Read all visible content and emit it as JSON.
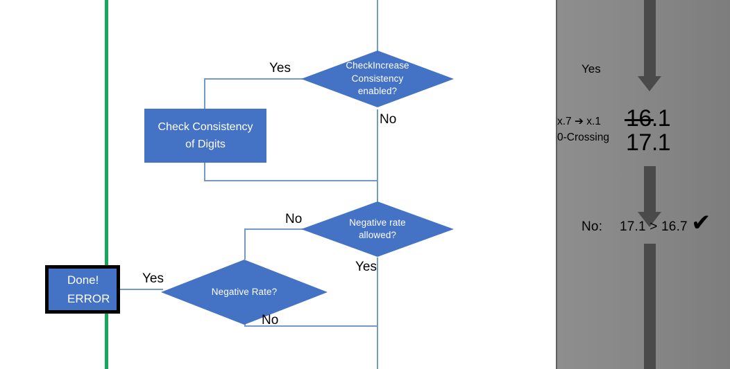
{
  "flowchart": {
    "green_divider_color": "#16A85A",
    "accent_color": "#4472C4",
    "connector_color": "#7399C6",
    "decisions": [
      {
        "id": "check-increase-consistency",
        "line1": "CheckIncrease",
        "line2": "Consistency",
        "line3": "enabled?",
        "yes_label": "Yes",
        "no_label": "No"
      },
      {
        "id": "negative-rate-allowed",
        "line1": "Negative rate",
        "line2": "allowed?",
        "line3": "",
        "yes_label": "Yes",
        "no_label": "No"
      },
      {
        "id": "negative-rate",
        "line1": "Negative Rate?",
        "line2": "",
        "line3": "",
        "yes_label": "Yes",
        "no_label": "No"
      }
    ],
    "process_box": {
      "line1": "Check Consistency",
      "line2": "of Digits"
    },
    "terminal_box": {
      "line1": "Done!",
      "line2": "ERROR"
    }
  },
  "panel": {
    "background_color": "#888888",
    "arrow_color": "#4a4a4a",
    "yes_label": "Yes",
    "rule_line1": "x.7 ➔ x.1",
    "rule_line2": "0-Crossing",
    "value_struck": "16.1",
    "value_kept": "17.1",
    "result_prefix": "No:",
    "result_comparison": "17.1 > 16.7",
    "result_mark": "✔"
  }
}
